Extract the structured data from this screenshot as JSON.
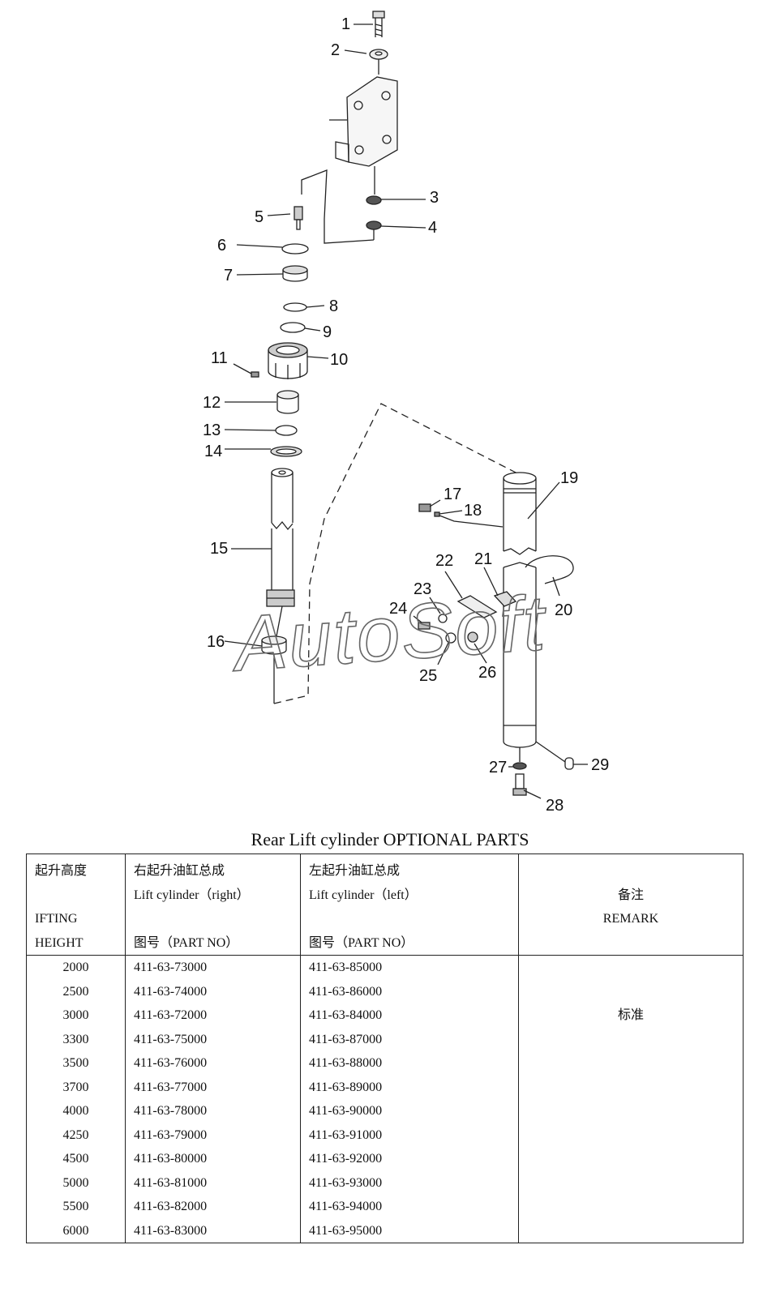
{
  "diagram": {
    "callouts": [
      "1",
      "2",
      "3",
      "4",
      "5",
      "6",
      "7",
      "8",
      "9",
      "10",
      "11",
      "12",
      "13",
      "14",
      "15",
      "16",
      "17",
      "18",
      "19",
      "20",
      "21",
      "22",
      "23",
      "24",
      "25",
      "26",
      "27",
      "28",
      "29"
    ],
    "watermark": "AutoSoft"
  },
  "table": {
    "title": "Rear Lift cylinder OPTIONAL PARTS",
    "header": {
      "height": [
        "起升高度",
        "",
        "IFTING",
        "HEIGHT"
      ],
      "right": [
        "右起升油缸总成",
        "Lift cylinder（right）",
        "",
        "图号（PART NO）"
      ],
      "left": [
        "左起升油缸总成",
        "Lift cylinder（left）",
        "",
        "图号（PART NO）"
      ],
      "remark": [
        "",
        "备注",
        "REMARK",
        ""
      ]
    },
    "heights": [
      "2000",
      "2500",
      "3000",
      "3300",
      "3500",
      "3700",
      "4000",
      "4250",
      "4500",
      "5000",
      "5500",
      "6000"
    ],
    "right_parts": [
      "411-63-73000",
      "411-63-74000",
      "411-63-72000",
      "411-63-75000",
      "411-63-76000",
      "411-63-77000",
      "411-63-78000",
      "411-63-79000",
      "411-63-80000",
      "411-63-81000",
      "411-63-82000",
      "411-63-83000"
    ],
    "left_parts": [
      "411-63-85000",
      "411-63-86000",
      "411-63-84000",
      "411-63-87000",
      "411-63-88000",
      "411-63-89000",
      "411-63-90000",
      "411-63-91000",
      "411-63-92000",
      "411-63-93000",
      "411-63-94000",
      "411-63-95000"
    ],
    "remark_lines": [
      "",
      "",
      "标准"
    ]
  }
}
